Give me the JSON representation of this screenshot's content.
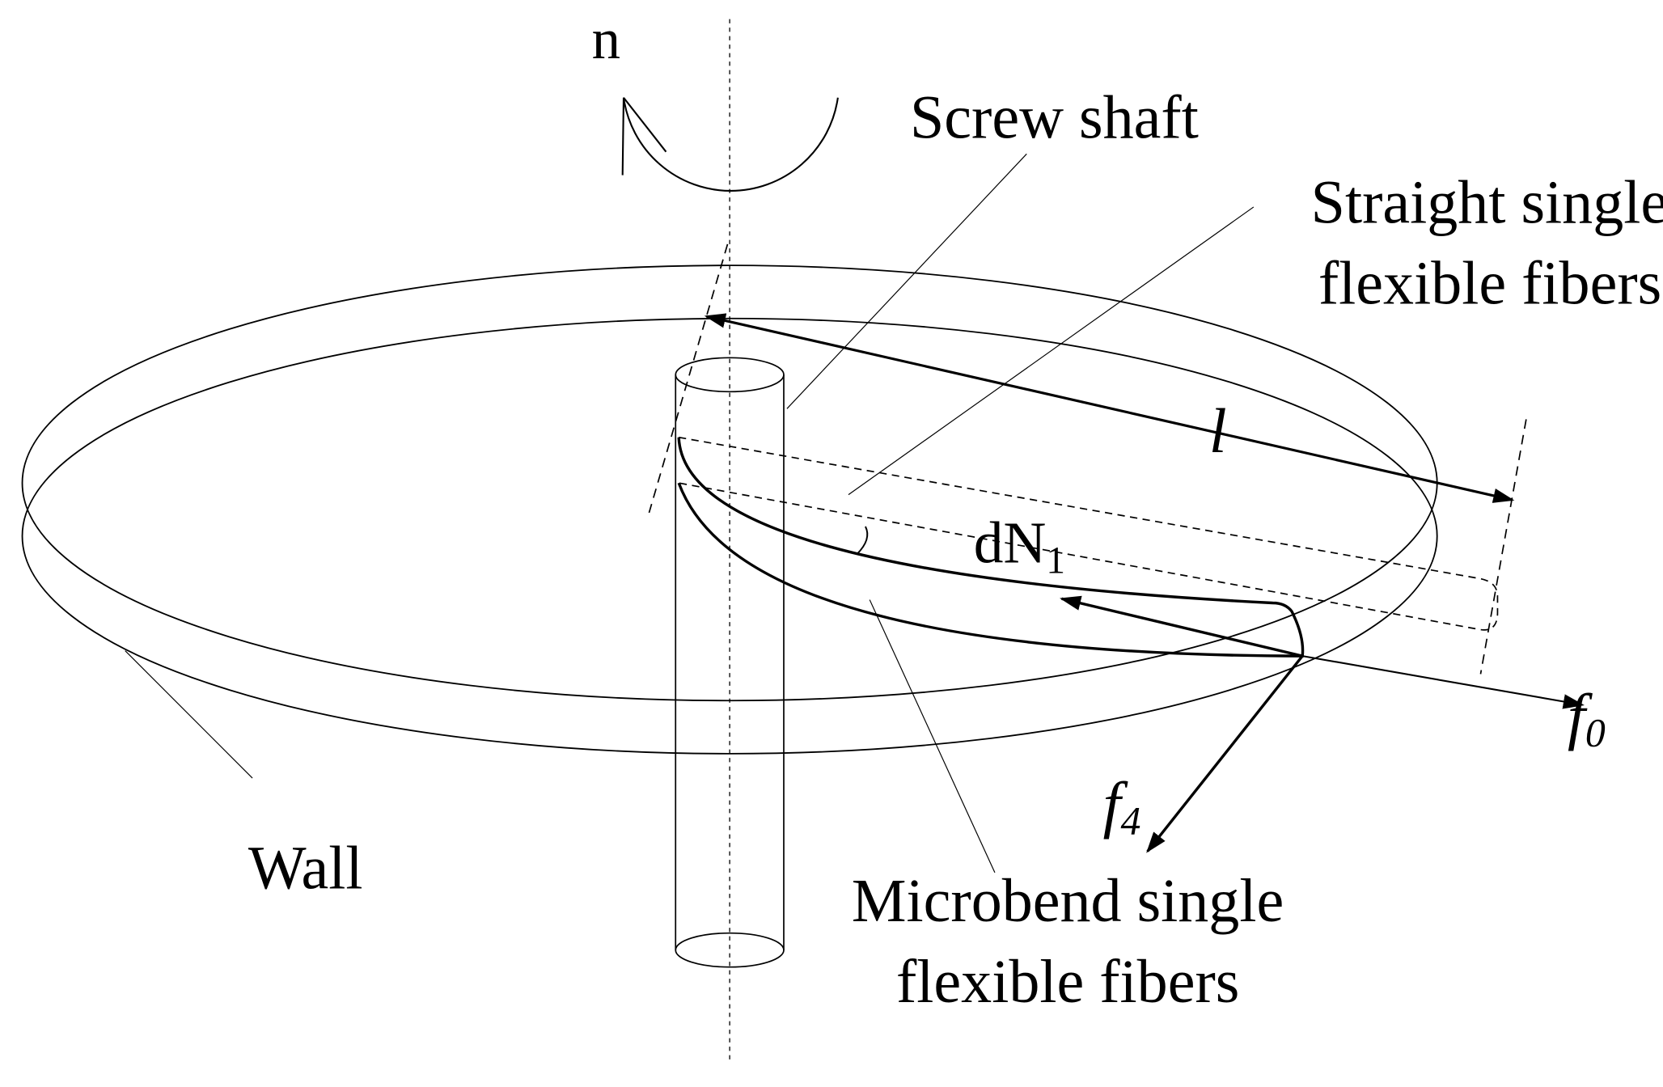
{
  "labels": {
    "rotation": "n",
    "screw_shaft": "Screw shaft",
    "straight_line1": "Straight single",
    "straight_line2": "flexible fibers",
    "length_symbol": "l",
    "angle_main": "dN",
    "angle_sub": "1",
    "force_f0_main": "f",
    "force_f0_sub": "0",
    "force_f4_main": "f",
    "force_f4_sub": "4",
    "wall": "Wall",
    "microbend_line1": "Microbend single",
    "microbend_line2": "flexible fibers"
  },
  "colors": {
    "line": "#000000",
    "background": "#ffffff"
  }
}
